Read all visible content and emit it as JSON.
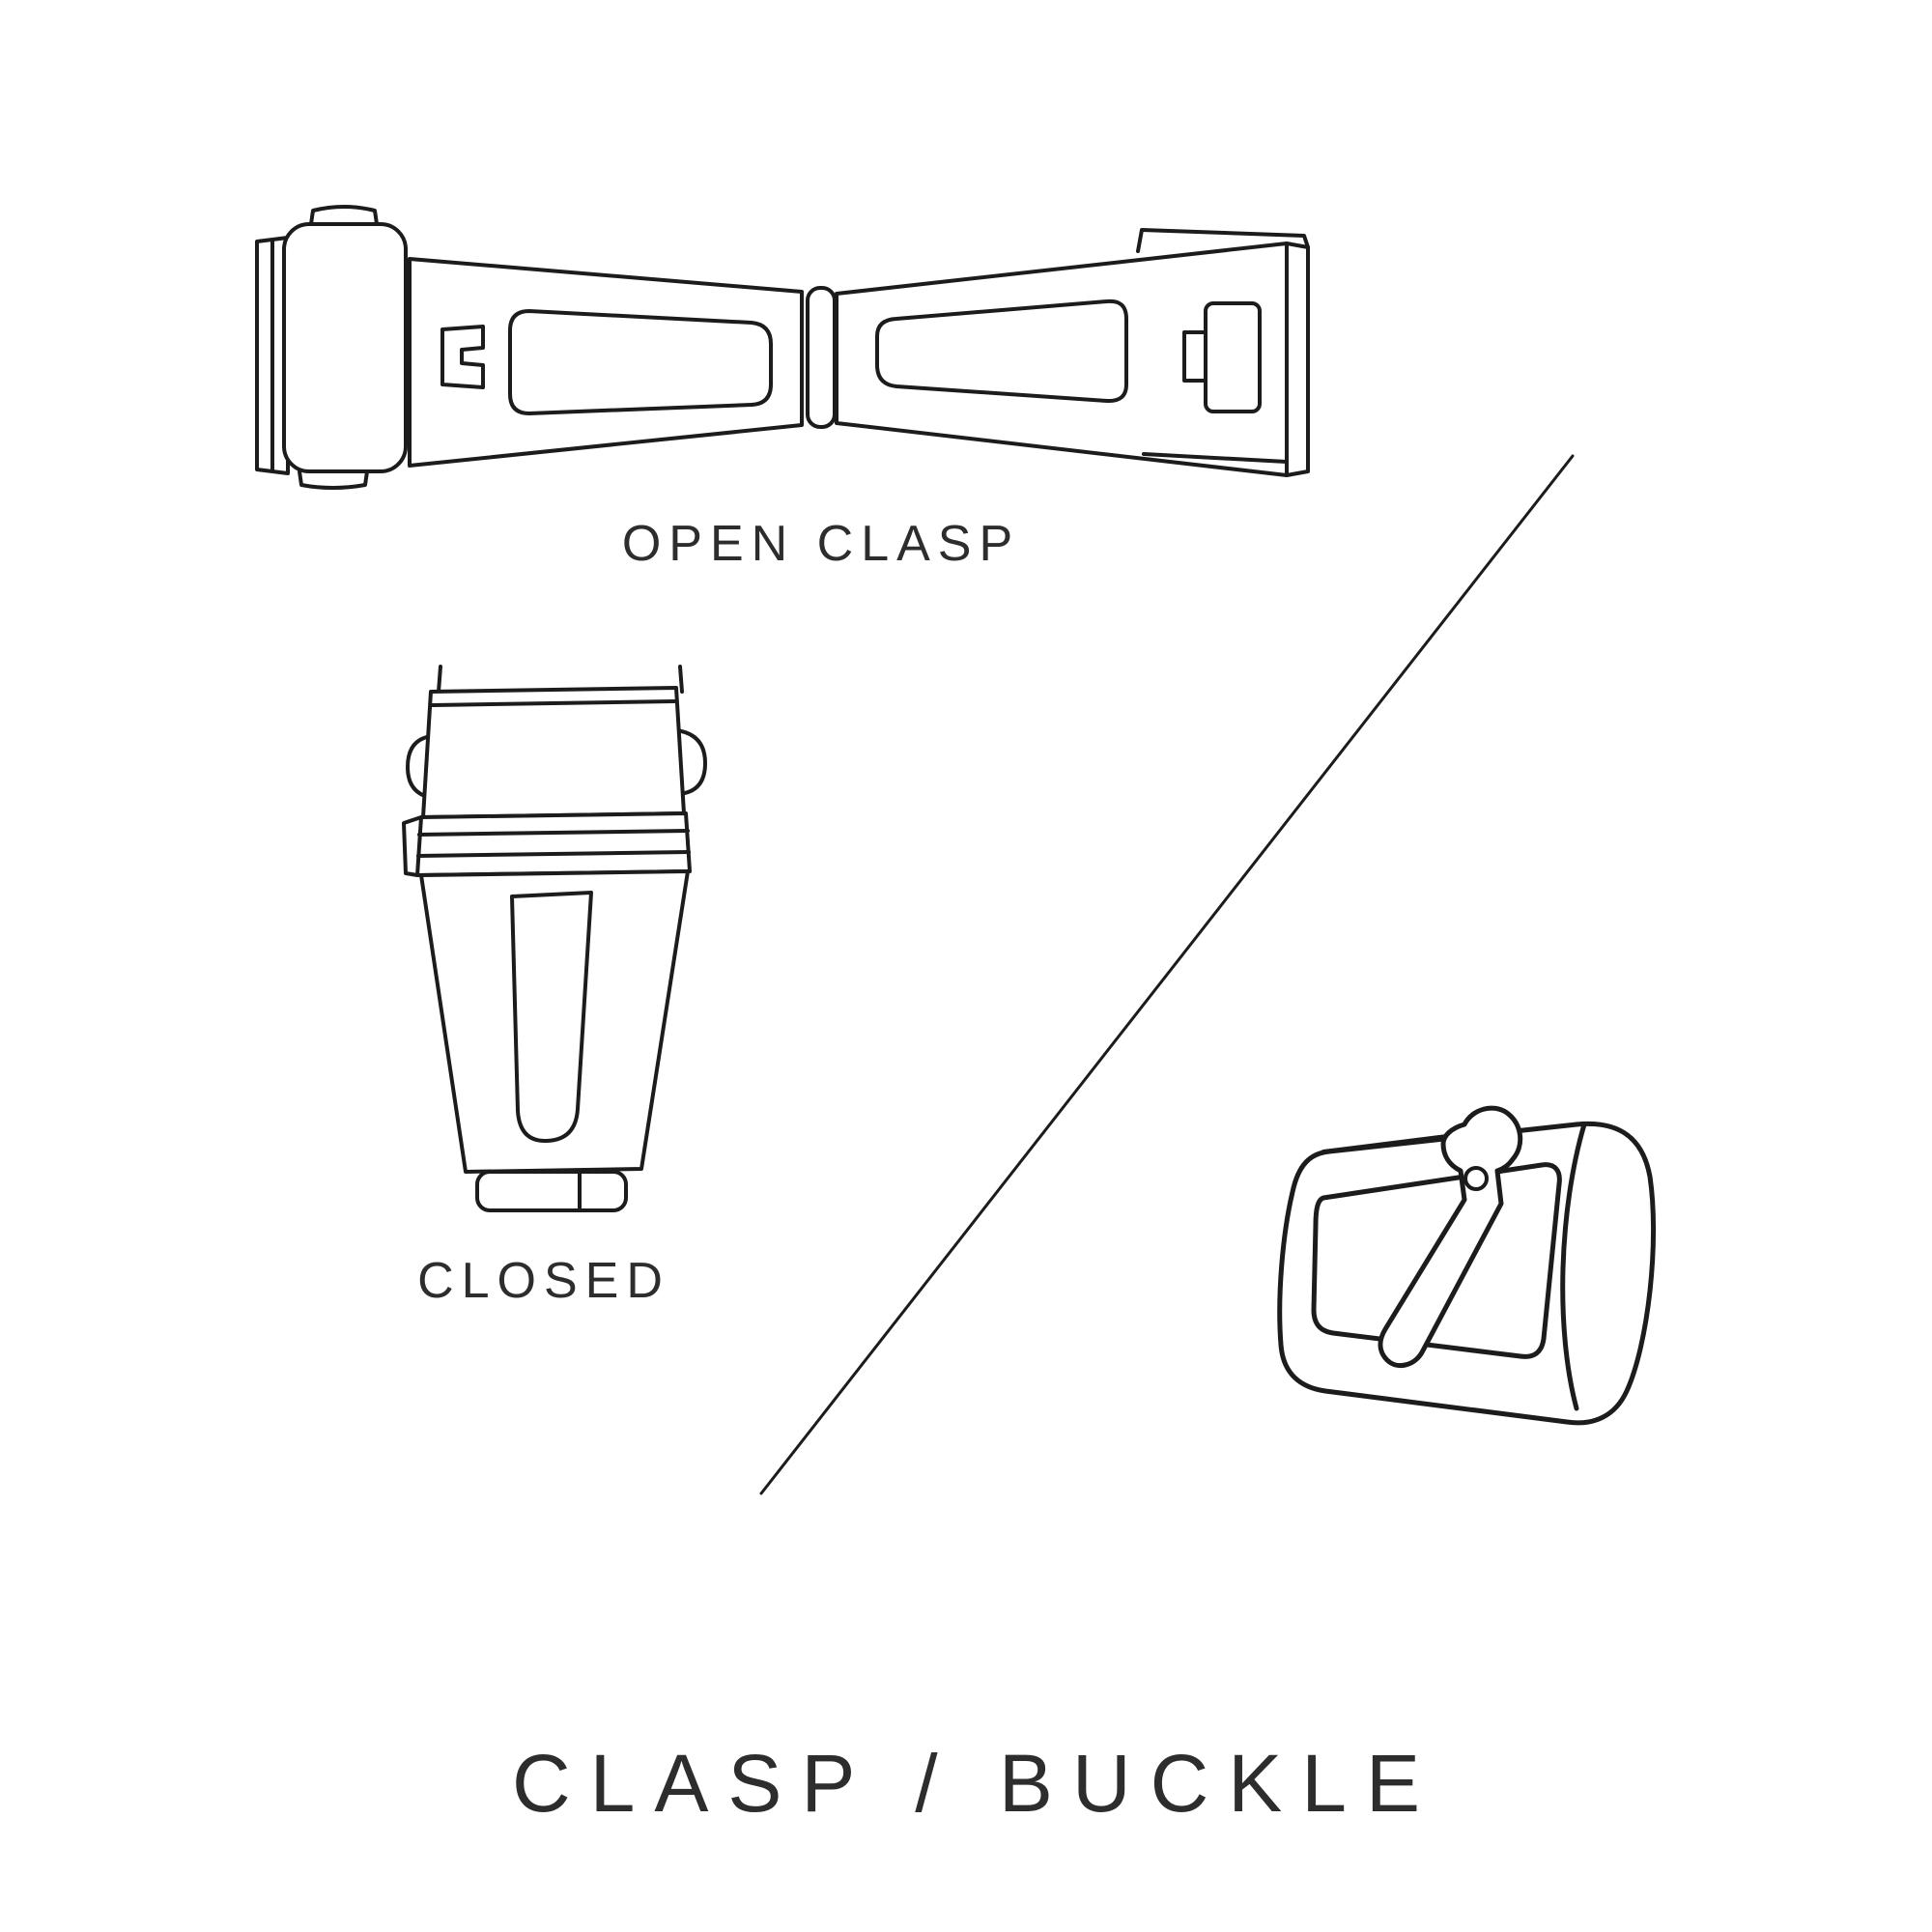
{
  "canvas": {
    "background": "#ffffff",
    "line_color": "#1c1c1c",
    "text_color": "#2d2d2d"
  },
  "figures": {
    "open_clasp": {
      "label": "OPEN CLASP"
    },
    "closed_clasp": {
      "label": "CLOSED"
    },
    "buckle": {
      "label": ""
    }
  },
  "title": "CLASP / BUCKLE"
}
